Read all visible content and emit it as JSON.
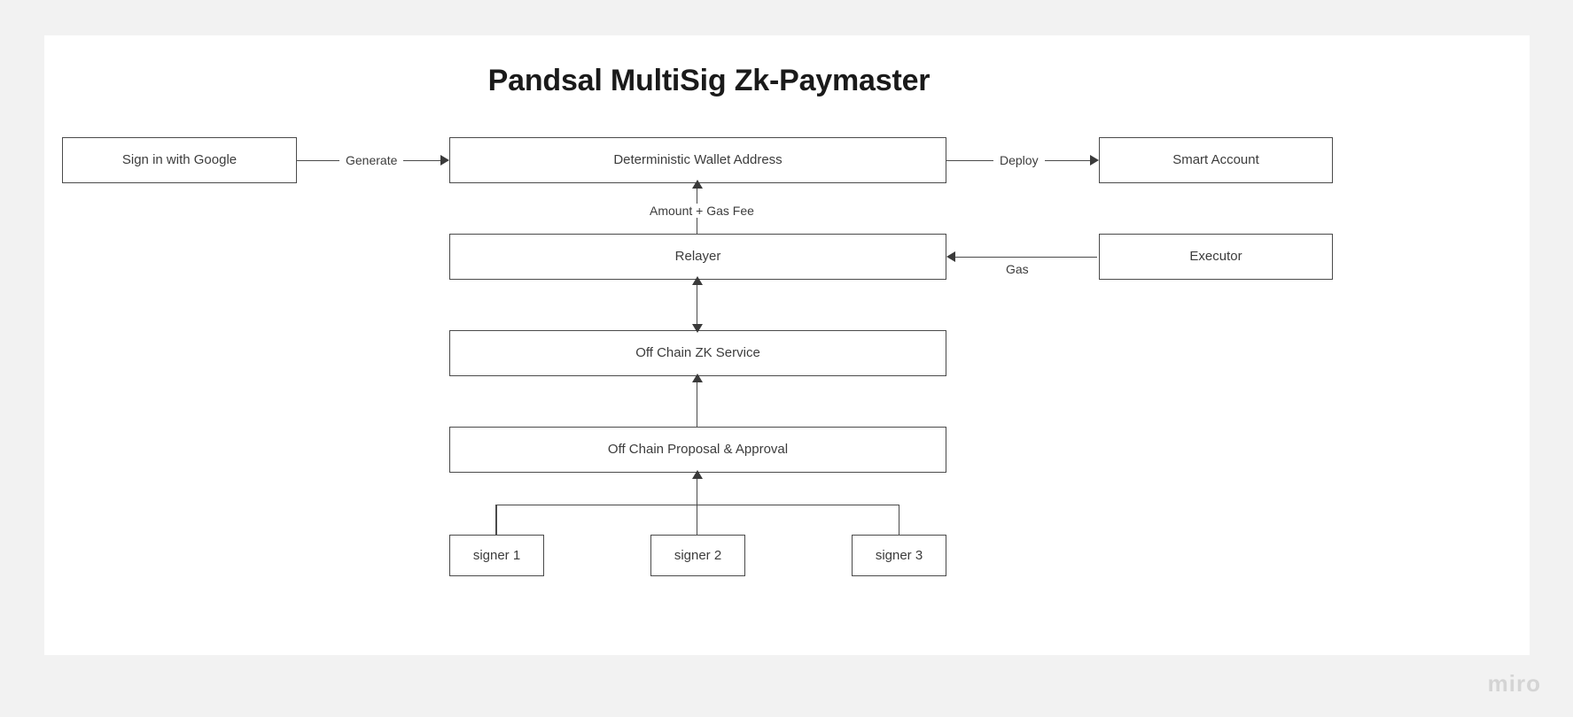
{
  "board": {
    "title": "Pandsal MultiSig Zk-Paymaster",
    "watermark": "miro",
    "background_color": "#f2f2f2",
    "canvas_color": "#ffffff",
    "stroke_color": "#4a4a4a",
    "text_color": "#3c3c3c"
  },
  "nodes": {
    "sign_in": "Sign in with Google",
    "wallet_address": "Deterministic Wallet Address",
    "smart_account": "Smart Account",
    "relayer": "Relayer",
    "executor": "Executor",
    "zk_service": "Off Chain ZK Service",
    "proposal": "Off Chain Proposal & Approval",
    "signer1": "signer 1",
    "signer2": "signer 2",
    "signer3": "signer 3"
  },
  "edge_labels": {
    "generate": "Generate",
    "deploy": "Deploy",
    "amount_gas_fee": "Amount + Gas Fee",
    "gas": "Gas"
  }
}
